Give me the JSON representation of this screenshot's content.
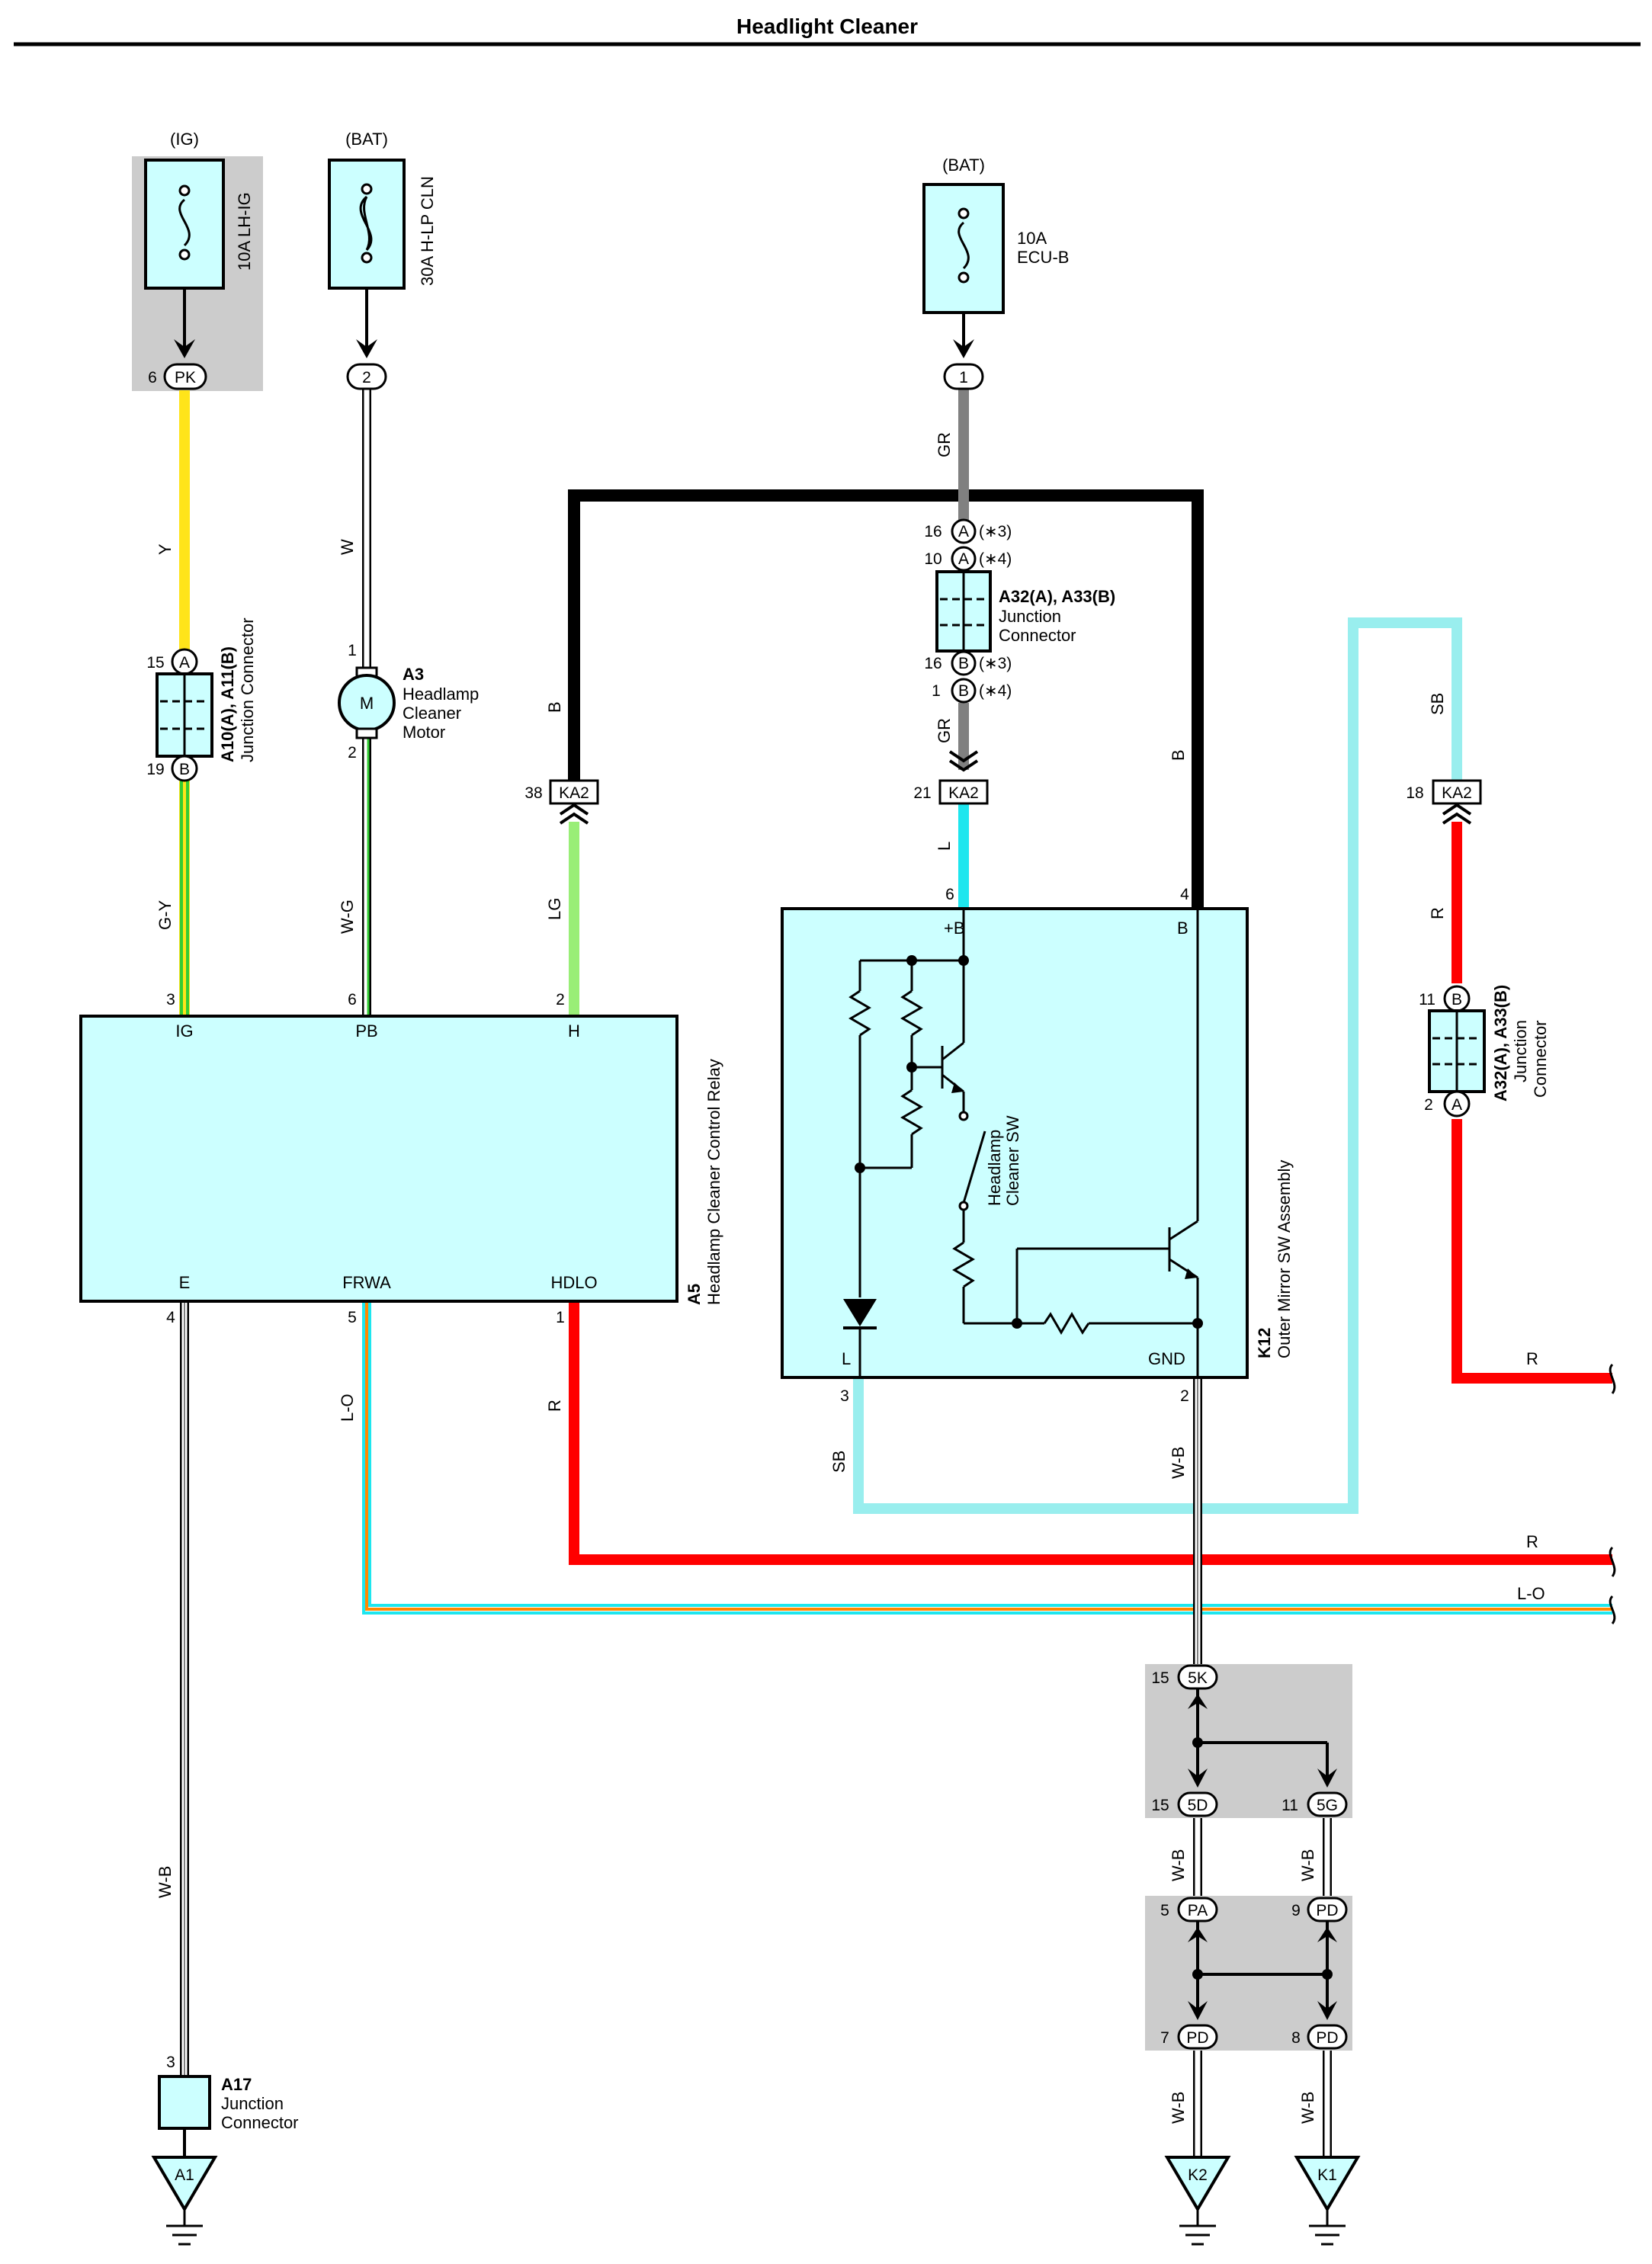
{
  "title": "Headlight Cleaner",
  "sources": {
    "ig_label": "(IG)",
    "bat1_label": "(BAT)",
    "bat2_label": "(BAT)"
  },
  "fuses": {
    "lh_ig": "10A LH-IG",
    "h_lp_cln": "30A H-LP CLN",
    "ecu_b_amp": "10A",
    "ecu_b_name": "ECU-B"
  },
  "connectors": {
    "pk": "PK",
    "pk_pin": "6",
    "bat1_pin": "2",
    "bat2_pin": "1",
    "a_letter": "A",
    "b_letter": "B",
    "a15": "15",
    "b19": "19",
    "a16": "16",
    "a10": "10",
    "b16": "16",
    "b1": "1",
    "note3": "(∗3)",
    "note4": "(∗4)",
    "ka2": "KA2",
    "ka2_38": "38",
    "ka2_21": "21",
    "ka2_18": "18",
    "r_b11": "11",
    "r_a2": "2",
    "k5": "5K",
    "k5_pin": "15",
    "d5": "5D",
    "d5_pin": "15",
    "g5": "5G",
    "g5_pin": "11",
    "pa": "PA",
    "pa_pin": "5",
    "pd": "PD",
    "pd_top_pin": "9",
    "pd_l_pin": "7",
    "pd_r_pin": "8",
    "a1": "A1",
    "k2": "K2",
    "k1": "K1",
    "a17_pin": "3"
  },
  "components": {
    "a10_code": "A10(A), A11(B)",
    "a10_name": "Junction Connector",
    "a3_code": "A3",
    "a3_l1": "Headlamp",
    "a3_l2": "Cleaner",
    "a3_l3": "Motor",
    "a3_pin1": "1",
    "a3_pin2": "2",
    "motor": "M",
    "a32_code": "A32(A), A33(B)",
    "a32_l1": "Junction",
    "a32_l2": "Connector",
    "a32r_code": "A32(A), A33(B)",
    "a32r_l1": "Junction",
    "a32r_l2": "Connector",
    "a5_code": "A5",
    "a5_name": "Headlamp Cleaner Control Relay",
    "a5_ig": "IG",
    "a5_pb": "PB",
    "a5_h": "H",
    "a5_e": "E",
    "a5_frwa": "FRWA",
    "a5_hdlo": "HDLO",
    "a5_pin_ig": "3",
    "a5_pin_pb": "6",
    "a5_pin_h": "2",
    "a5_pin_e": "4",
    "a5_pin_frwa": "5",
    "a5_pin_hdlo": "1",
    "k12_code": "K12",
    "k12_name": "Outer Mirror SW Assembly",
    "k12_plusb": "+B",
    "k12_b": "B",
    "k12_l": "L",
    "k12_gnd": "GND",
    "k12_pin6": "6",
    "k12_pin4": "4",
    "k12_pin3": "3",
    "k12_pin2": "2",
    "sw_l1": "Headlamp",
    "sw_l2": "Cleaner SW",
    "a17_code": "A17",
    "a17_l1": "Junction",
    "a17_l2": "Connector"
  },
  "wire_labels": {
    "y": "Y",
    "w": "W",
    "gy": "G-Y",
    "wg": "W-G",
    "gr_top": "GR",
    "gr_mid": "GR",
    "b_left": "B",
    "b_right": "B",
    "lg": "LG",
    "l": "L",
    "sb_top": "SB",
    "sb_bottom": "SB",
    "r_right": "R",
    "r_right_out": "R",
    "r_bottom": "R",
    "r_bottom_out": "R",
    "lo": "L-O",
    "lo_out": "L-O",
    "wb_k12": "W-B",
    "wb_left": "W-B",
    "wb_5d": "W-B",
    "wb_5g": "W-B",
    "wb_k2": "W-B",
    "wb_k1": "W-B"
  },
  "colors": {
    "yellow": "#ffe41a",
    "green": "#33cc33",
    "light_green": "#99ee77",
    "cyan": "#1ee6ee",
    "light_blue": "#99eeee",
    "red": "#ff0000",
    "orange": "#ff8800",
    "grey_wire": "#808080",
    "component_fill": "#ccffff",
    "grey_box": "#cccccc"
  }
}
